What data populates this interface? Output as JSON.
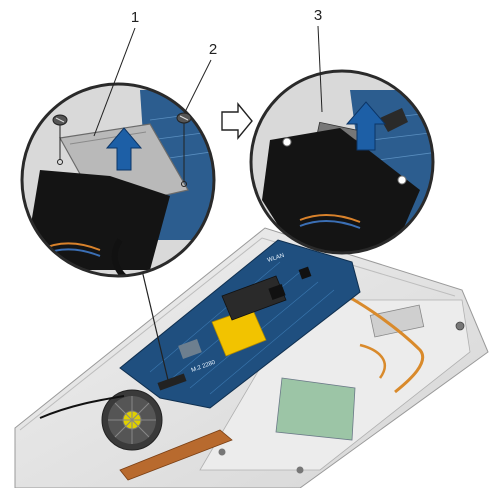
{
  "callouts": [
    {
      "number": "1"
    },
    {
      "number": "2"
    },
    {
      "number": "3"
    }
  ],
  "board_labels": {
    "wlan": "WLAN",
    "m2": "M.2 2280"
  },
  "colors": {
    "board": "#1f4f7f",
    "chassis": "#e4e4e4",
    "zoom_ring": "#2a2a2a",
    "arrow_fill": "#1d5fa6",
    "thermal_pad": "#f2c300",
    "heat_pipe": "#b86a2e"
  },
  "icons": {
    "step_arrow": "outline-right-arrow",
    "lift_arrow": "blue-up-arrow",
    "screw": "screw-icon",
    "fan": "fan-icon"
  }
}
